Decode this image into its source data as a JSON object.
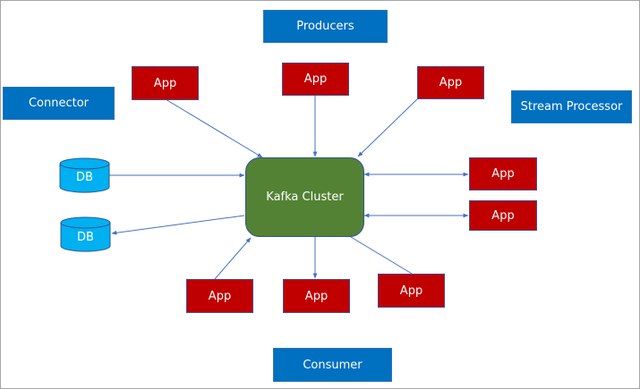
{
  "colors": {
    "label_blue": "#0070c0",
    "app_red": "#c00000",
    "kafka_green": "#548235",
    "db_cyan": "#00b0f0",
    "arrow_blue": "#4472c4"
  },
  "labels": {
    "producers": "Producers",
    "connector": "Connector",
    "stream_processor": "Stream Processor",
    "consumer": "Consumer"
  },
  "kafka": {
    "label": "Kafka Cluster"
  },
  "apps": {
    "producer_left": "App",
    "producer_center": "App",
    "producer_right": "App",
    "stream_top": "App",
    "stream_bottom": "App",
    "consumer_left": "App",
    "consumer_center": "App",
    "consumer_right": "App"
  },
  "databases": {
    "source": "DB",
    "sink": "DB"
  }
}
